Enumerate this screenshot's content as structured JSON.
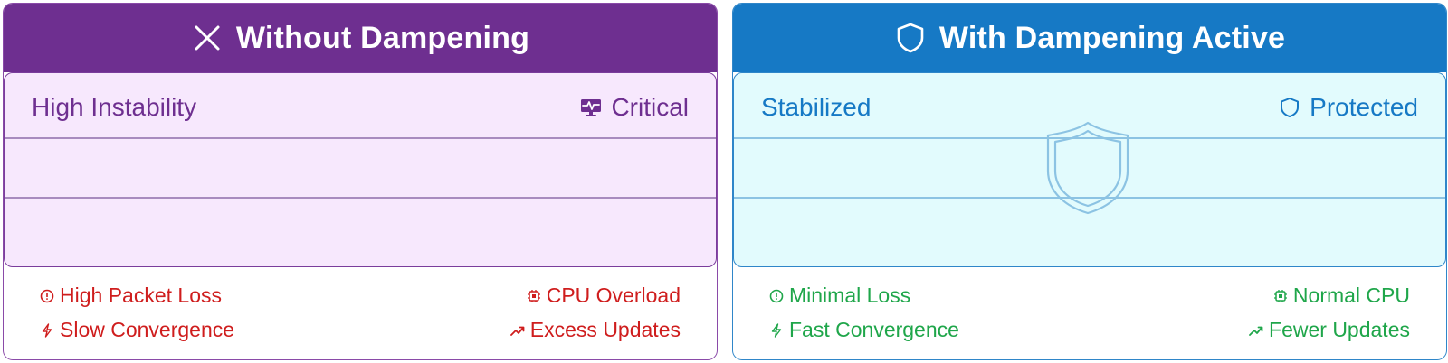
{
  "left_panel": {
    "title": "Without Dampening",
    "header_icon": "close-x-icon",
    "state_label": "High Instability",
    "badge_label": "Critical",
    "badge_icon": "monitor-pulse-icon",
    "metrics": [
      {
        "label": "High Packet Loss",
        "icon": "alert-circle-icon"
      },
      {
        "label": "CPU Overload",
        "icon": "cpu-chip-icon"
      },
      {
        "label": "Slow Convergence",
        "icon": "lightning-icon"
      },
      {
        "label": "Excess Updates",
        "icon": "trend-up-icon"
      }
    ],
    "colors": {
      "header": "#6e2f90",
      "viz_bg": "#f7e8fd",
      "metric": "#cf1d1d"
    }
  },
  "right_panel": {
    "title": "With Dampening Active",
    "header_icon": "shield-icon",
    "state_label": "Stabilized",
    "badge_label": "Protected",
    "badge_icon": "shield-icon",
    "watermark_icon": "shield-icon",
    "metrics": [
      {
        "label": "Minimal Loss",
        "icon": "alert-circle-icon"
      },
      {
        "label": "Normal CPU",
        "icon": "cpu-chip-icon"
      },
      {
        "label": "Fast Convergence",
        "icon": "lightning-icon"
      },
      {
        "label": "Fewer Updates",
        "icon": "trend-up-icon"
      }
    ],
    "colors": {
      "header": "#1679c5",
      "viz_bg": "#e2fbfd",
      "metric": "#1fa64a"
    }
  }
}
